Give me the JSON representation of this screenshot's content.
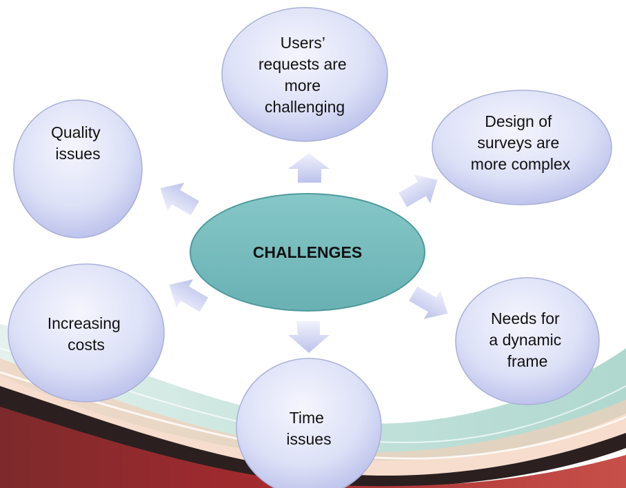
{
  "diagram": {
    "center": {
      "label": "CHALLENGES"
    },
    "nodes": [
      {
        "id": "users",
        "lines": [
          "Users’",
          "requests are",
          "more",
          "challenging"
        ]
      },
      {
        "id": "design",
        "lines": [
          "Design of",
          "surveys are",
          "more complex"
        ]
      },
      {
        "id": "needs",
        "lines": [
          "Needs for",
          "a dynamic",
          "frame"
        ]
      },
      {
        "id": "time",
        "lines": [
          "Time",
          "issues"
        ]
      },
      {
        "id": "costs",
        "lines": [
          "Increasing",
          "costs"
        ]
      },
      {
        "id": "quality",
        "lines": [
          "Quality",
          "issues"
        ]
      }
    ]
  },
  "colors": {
    "bubble_light": "#eceffb",
    "bubble_dark": "#b7bde9",
    "bubble_stroke": "#a9afd8",
    "center_fill": "#77bec0",
    "center_stroke": "#4e9a9d",
    "arrow_light": "#eef0fb",
    "arrow_dark": "#bfc4ec",
    "swoosh_red": "#a12a2e",
    "swoosh_dark": "#2b1f20",
    "swoosh_teal": "#7fc1b4",
    "swoosh_peach": "#f2cfb8"
  }
}
